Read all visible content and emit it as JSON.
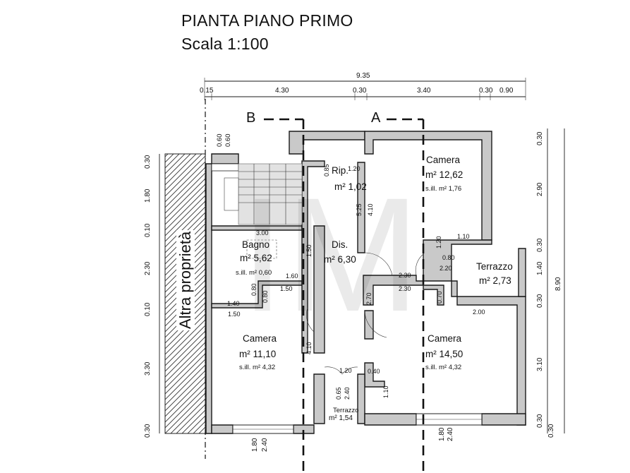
{
  "header": {
    "title": "PIANTA PIANO PRIMO",
    "scale": "Scala 1:100"
  },
  "section_marks": {
    "b": "B",
    "a": "A"
  },
  "neighbour": {
    "label": "Altra proprietà"
  },
  "rooms": {
    "camera_ne": {
      "name": "Camera",
      "area": "m² 12,62",
      "sub": "s.ill. m² 1,76"
    },
    "rip": {
      "name": "Rip.",
      "area": "m² 1,02"
    },
    "bagno": {
      "name": "Bagno",
      "area": "m² 5,62",
      "sub": "s.ill. m² 0,60"
    },
    "dis": {
      "name": "Dis.",
      "area": "m² 6,30"
    },
    "terrazzo_e": {
      "name": "Terrazzo",
      "area": "m² 2,73"
    },
    "camera_sw": {
      "name": "Camera",
      "area": "m² 11,10",
      "sub": "s.ill. m² 4,32"
    },
    "camera_se": {
      "name": "Camera",
      "area": "m² 14,50",
      "sub": "s.ill. m² 4,32"
    },
    "terrazzo_s": {
      "name": "Terrazzo",
      "area": "m² 1,54"
    }
  },
  "dims_top": {
    "total": "9.35",
    "segments": [
      "0.15",
      "4.30",
      "0.30",
      "3.40",
      "0.30",
      "0.90"
    ]
  },
  "dims_left": [
    "0.30",
    "1.80",
    "0.10",
    "2.30",
    "0.10",
    "3.30",
    "0.30"
  ],
  "dims_right": [
    "0.30",
    "2.90",
    "0.30",
    "1.40",
    "0.30",
    "3.10",
    "0.30"
  ],
  "dims_right_total": "8.90",
  "dims_inner": {
    "d060a": "0.60",
    "d060b": "0.60",
    "d085": "0.85",
    "d120a": "1.20",
    "d525": "5.25",
    "d410a": "4.10",
    "d300": "3.00",
    "d150a": "1.50",
    "d160": "1.60",
    "d150b": "1.50",
    "d080a": "0.80",
    "d080b": "0.80",
    "d140": "1.40",
    "d150c": "1.50",
    "d230a": "2.30",
    "d230b": "2.30",
    "d270": "2.70",
    "d120b": "1.20",
    "d110a": "1.10",
    "d080c": "0.80",
    "d220": "2.20",
    "d070": "0.70",
    "d200": "2.00",
    "d410b": "4.10",
    "d120c": "1.20",
    "d040": "0.40",
    "d065": "0.65",
    "d240a": "2.40",
    "d110b": "1.10",
    "d180a": "1.80",
    "d240b": "2.40",
    "d180b": "1.80",
    "d240c": "2.40"
  }
}
